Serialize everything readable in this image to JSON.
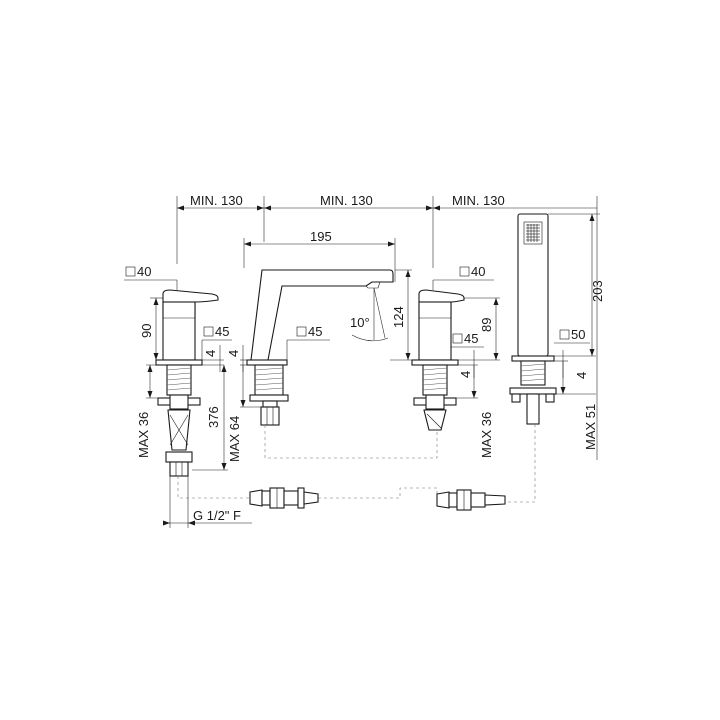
{
  "dimensions": {
    "min_spacing_left": "MIN. 130",
    "min_spacing_mid": "MIN. 130",
    "min_spacing_right": "MIN. 130",
    "spout_reach": "195",
    "square_left_handle": "40",
    "square_right_handle": "40",
    "square_left_base": "45",
    "square_spout_base": "45",
    "square_right_base": "45",
    "square_shower_base": "50",
    "left_valve_height": "90",
    "right_valve_height": "89",
    "spout_height": "124",
    "shower_height": "203",
    "spout_angle": "10°",
    "gap_left": "4",
    "gap_spout": "4",
    "gap_right": "4",
    "gap_shower": "4",
    "max_left": "MAX 36",
    "max_spout": "MAX 64",
    "max_right": "MAX 36",
    "max_shower": "MAX 51",
    "hose_length": "376",
    "thread": "G 1/2\" F"
  },
  "icons": [
    "square-section-icon"
  ],
  "colors": {
    "line": "#1a1a1a",
    "background": "#ffffff"
  }
}
